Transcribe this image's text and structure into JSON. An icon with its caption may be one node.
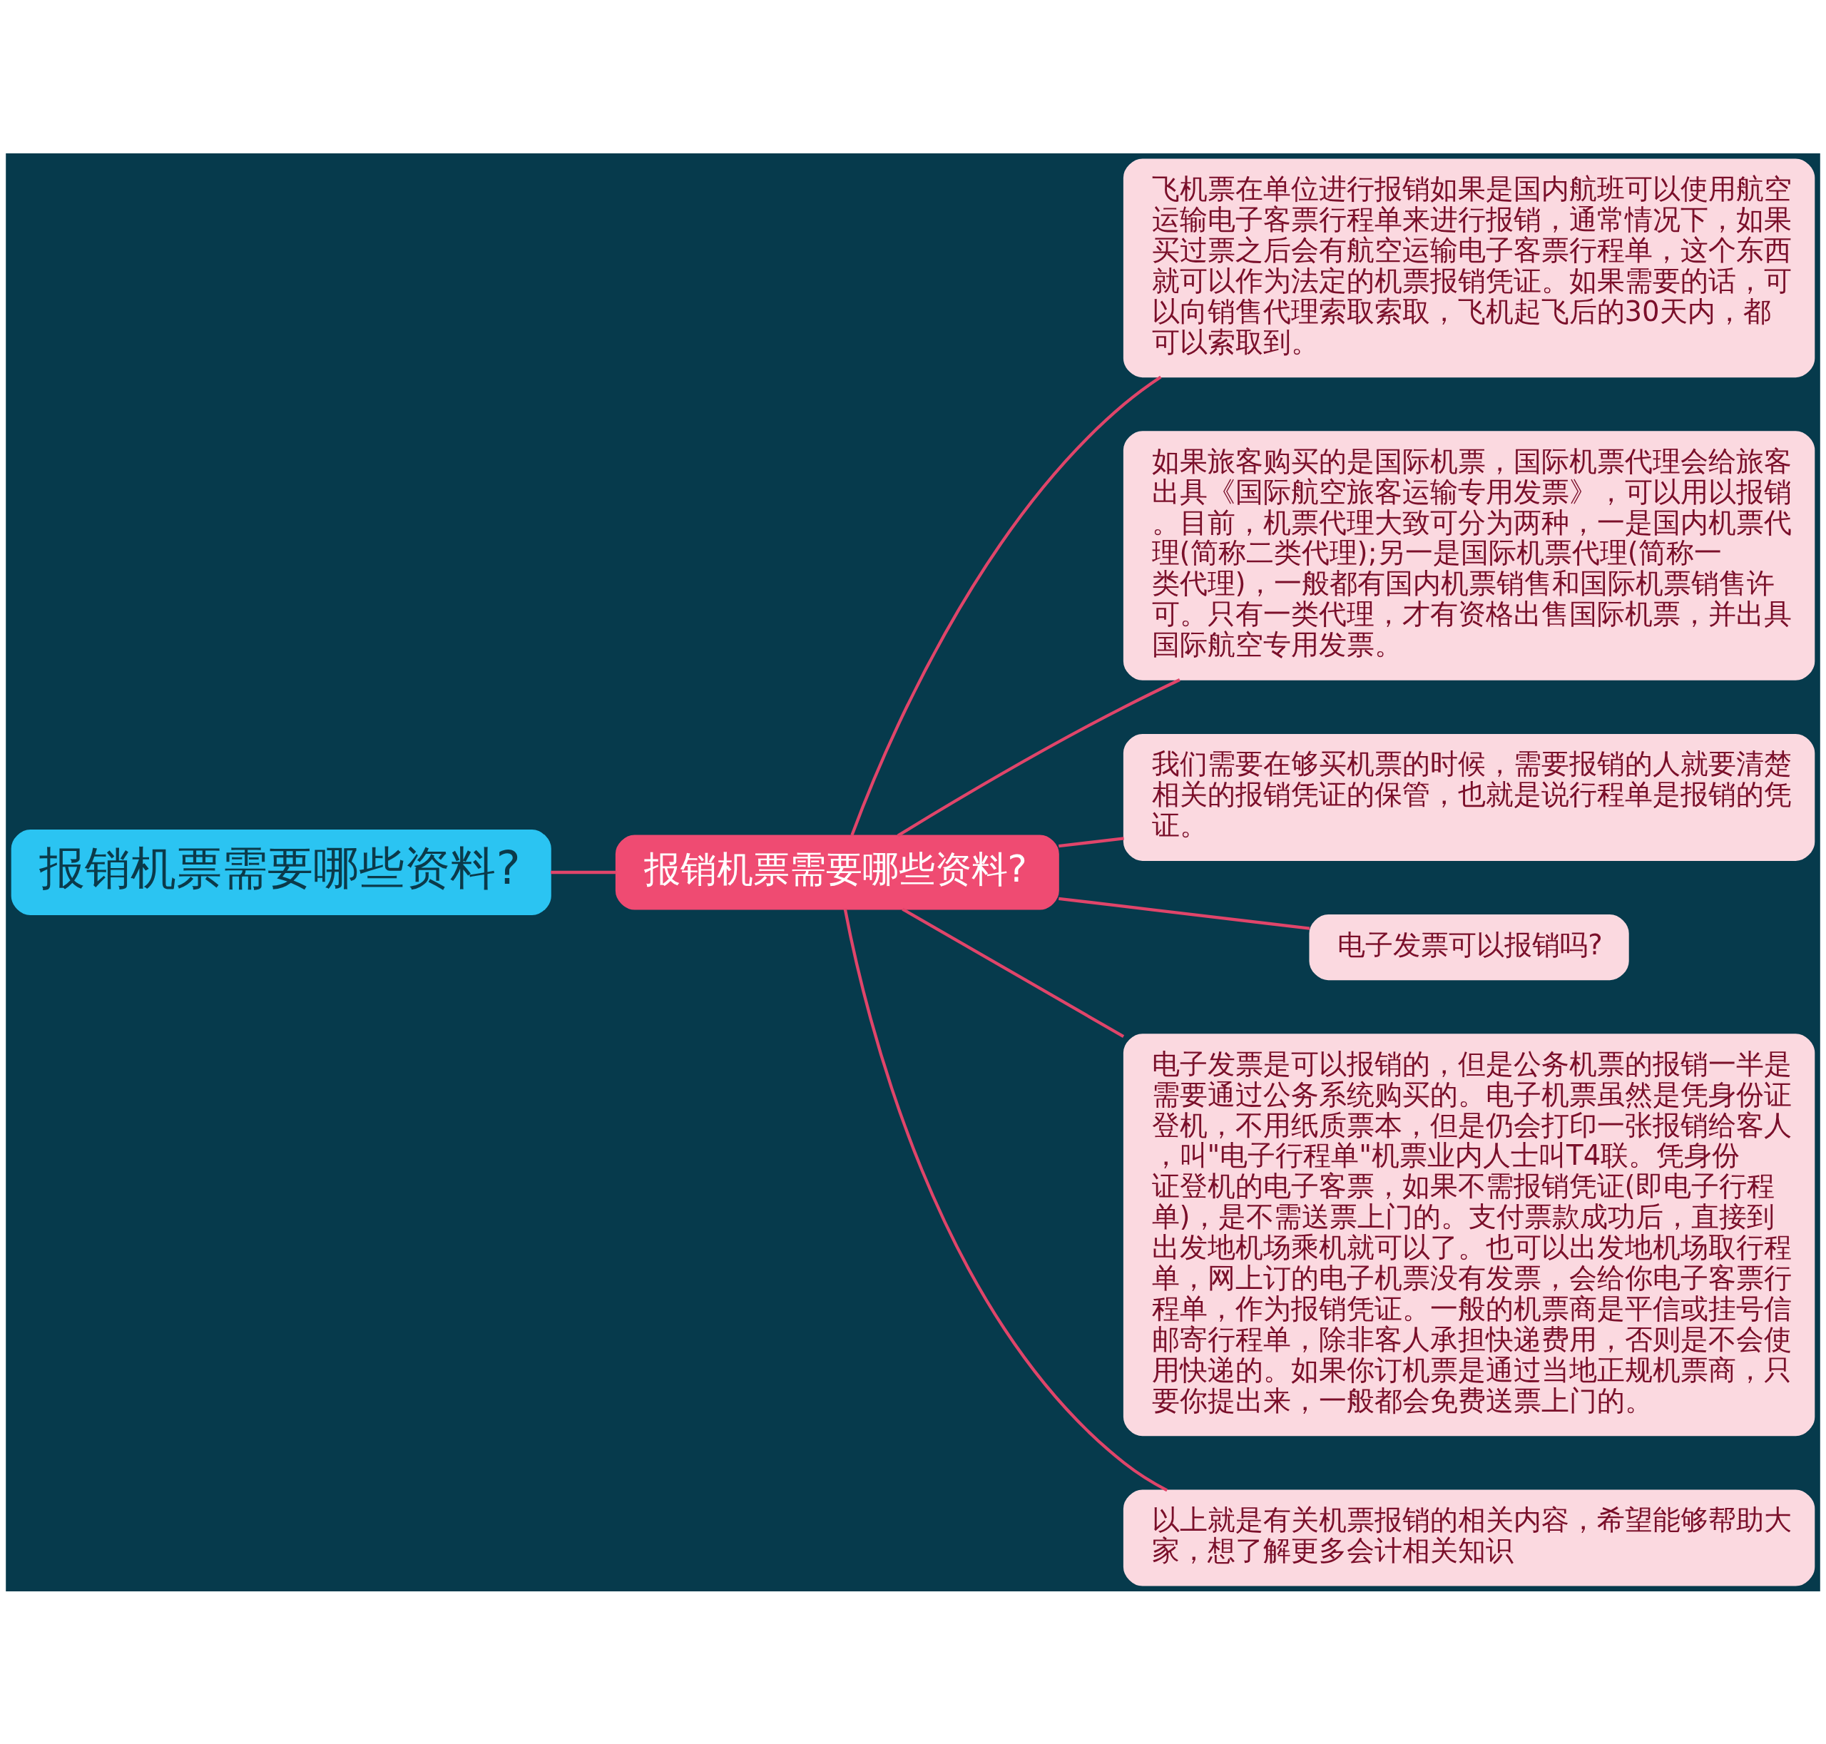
{
  "diagram": {
    "nodes": [
      {
        "text": [
          "报销机票需要哪些资料?"
        ]
      },
      {
        "text": [
          "报销机票需要哪些资料?"
        ]
      },
      {
        "text": [
          "飞机票在单位进行报销如果是国内航班可以使用航空运输电子客票行程单来进行报销，通常情况下，如果买过票之后会有航空运输电子客票行程单，这个东西就可以作为法定的机票报销凭证。如果需要的话，可以向销售代理索取索取，飞机起飞后的30天内，都可以索取到。"
        ]
      },
      {
        "text": [
          "如果旅客购买的是国际机票，国际机票代理会给旅客出具《国际航空旅客运输专用发票》，可以用以报销。目前，机票代理大致可分为两种，一是国内机票代理(简称二类代理);另一是国际机票代理(简称一类代理)，一般都有国内机票销售和国际机票销售许可。只有一类代理，才有资格出售国际机票，并出具国际航空专用发票。"
        ]
      },
      {
        "text": [
          "我们需要在够买机票的时候，需要报销的人就要清楚相关的报销凭证的保管，也就是说行程单是报销的凭证。"
        ]
      },
      {
        "text": [
          "电子发票可以报销吗?"
        ]
      },
      {
        "text": [
          "电子发票是可以报销的，但是公务机票的报销一半是需要通过公务系统购买的。电子机票虽然是凭身份证登机，不用纸质票本，但是仍会打印一张报销给客人，叫\"电子行程单\"机票业内人士叫T4联。凭身份证登机的电子客票，如果不需报销凭证(即电子行程单)，是不需送票上门的。支付票款成功后，直接到出发地机场乘机就可以了。也可以出发地机场取行程单，网上订的电子机票没有发票，会给你电子客票行程单，作为报销凭证。一般的机票商是平信或挂号信邮寄行程单，除非客人承担快递费用，否则是不会使用快递的。如果你订机票是通过当地正规机票商，只要你提出来，一般都会免费送票上门的。"
        ]
      },
      {
        "text": [
          "以上就是有关机票报销的相关内容，希望能够帮助大家，想了解更多会计相关知识"
        ]
      }
    ],
    "edges": [
      {
        "from": 0,
        "to": 1,
        "arrow": "none"
      },
      {
        "from": 1,
        "to": 2,
        "arrow": "none"
      },
      {
        "from": 1,
        "to": 3,
        "arrow": "none"
      },
      {
        "from": 1,
        "to": 4,
        "arrow": "none"
      },
      {
        "from": 1,
        "to": 5,
        "arrow": "none"
      },
      {
        "from": 1,
        "to": 6,
        "arrow": "none"
      },
      {
        "from": 1,
        "to": 7,
        "arrow": "none"
      }
    ]
  }
}
